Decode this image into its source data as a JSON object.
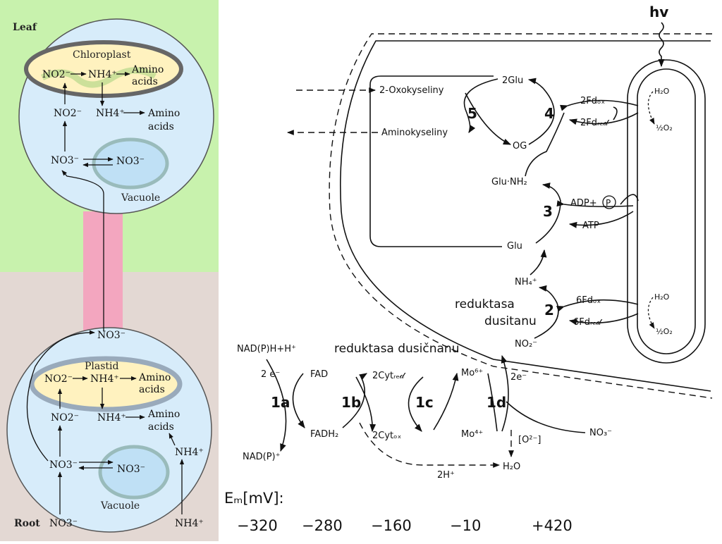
{
  "left": {
    "leaf_label": "Leaf",
    "root_label": "Root",
    "chloroplast_label": "Chloroplast",
    "plastid_label": "Plastid",
    "vacuole_label": "Vacuole",
    "no2": "NO2⁻",
    "nh4": "NH4⁺",
    "no3": "NO3⁻",
    "amino": "Amino",
    "acids": "acids"
  },
  "right": {
    "hv": "hv",
    "oxo": "2-Oxokyseliny",
    "amino_acids": "Aminokyseliny",
    "glu": "Glu",
    "two_glu": "2Glu",
    "og": "OG",
    "glunh2": "Glu·NH₂",
    "two_fdox": "2Fdₒₓ",
    "two_fdred": "2Fdᵣₑ𝒹",
    "adp": "ADP+",
    "p_circle": "P",
    "atp": "ATP",
    "nh4": "NH₄⁺",
    "six_fdox": "6Fdₒₓ",
    "six_fdred": "6Fdᵣₑ𝒹",
    "no2": "NO₂⁻",
    "no3": "NO₃⁻",
    "h2o_top": "H₂O",
    "o2_top": "½O₂",
    "h2o_bot": "H₂O",
    "o2_bot": "½O₂",
    "reduktasa_dusitanu_1": "reduktasa",
    "reduktasa_dusitanu_2": "dusitanu",
    "reduktasa_dusicnanu": "reduktasa dusičnanu",
    "nadph": "NAD(P)H+H⁺",
    "nadp": "NAD(P)⁺",
    "two_e_left": "2 e⁻",
    "two_e_right": "2e⁻",
    "fad": "FAD",
    "fadh2": "FADH₂",
    "cyt_red": "2Cytᵣₑ𝒹",
    "cyt_ox": "2Cytₒₓ",
    "mo6": "Mo⁶⁺",
    "mo4": "Mo⁴⁺",
    "o2minus": "[O²⁻]",
    "two_h": "2H⁺",
    "h2o": "H₂O",
    "steps": {
      "s5": "5",
      "s4": "4",
      "s3": "3",
      "s2": "2",
      "s1a": "1a",
      "s1b": "1b",
      "s1c": "1c",
      "s1d": "1d"
    },
    "em_label": "Eₘ[mV]:",
    "em_values": [
      "−320",
      "−280",
      "−160",
      "−10",
      "+420"
    ]
  },
  "colors": {
    "leaf_bg": "#c8f2ad",
    "root_bg": "#e3d8d3",
    "cell": "#d7ecfa",
    "plastid_fill": "#fff2bf",
    "vascular": "#f3a6bf"
  }
}
